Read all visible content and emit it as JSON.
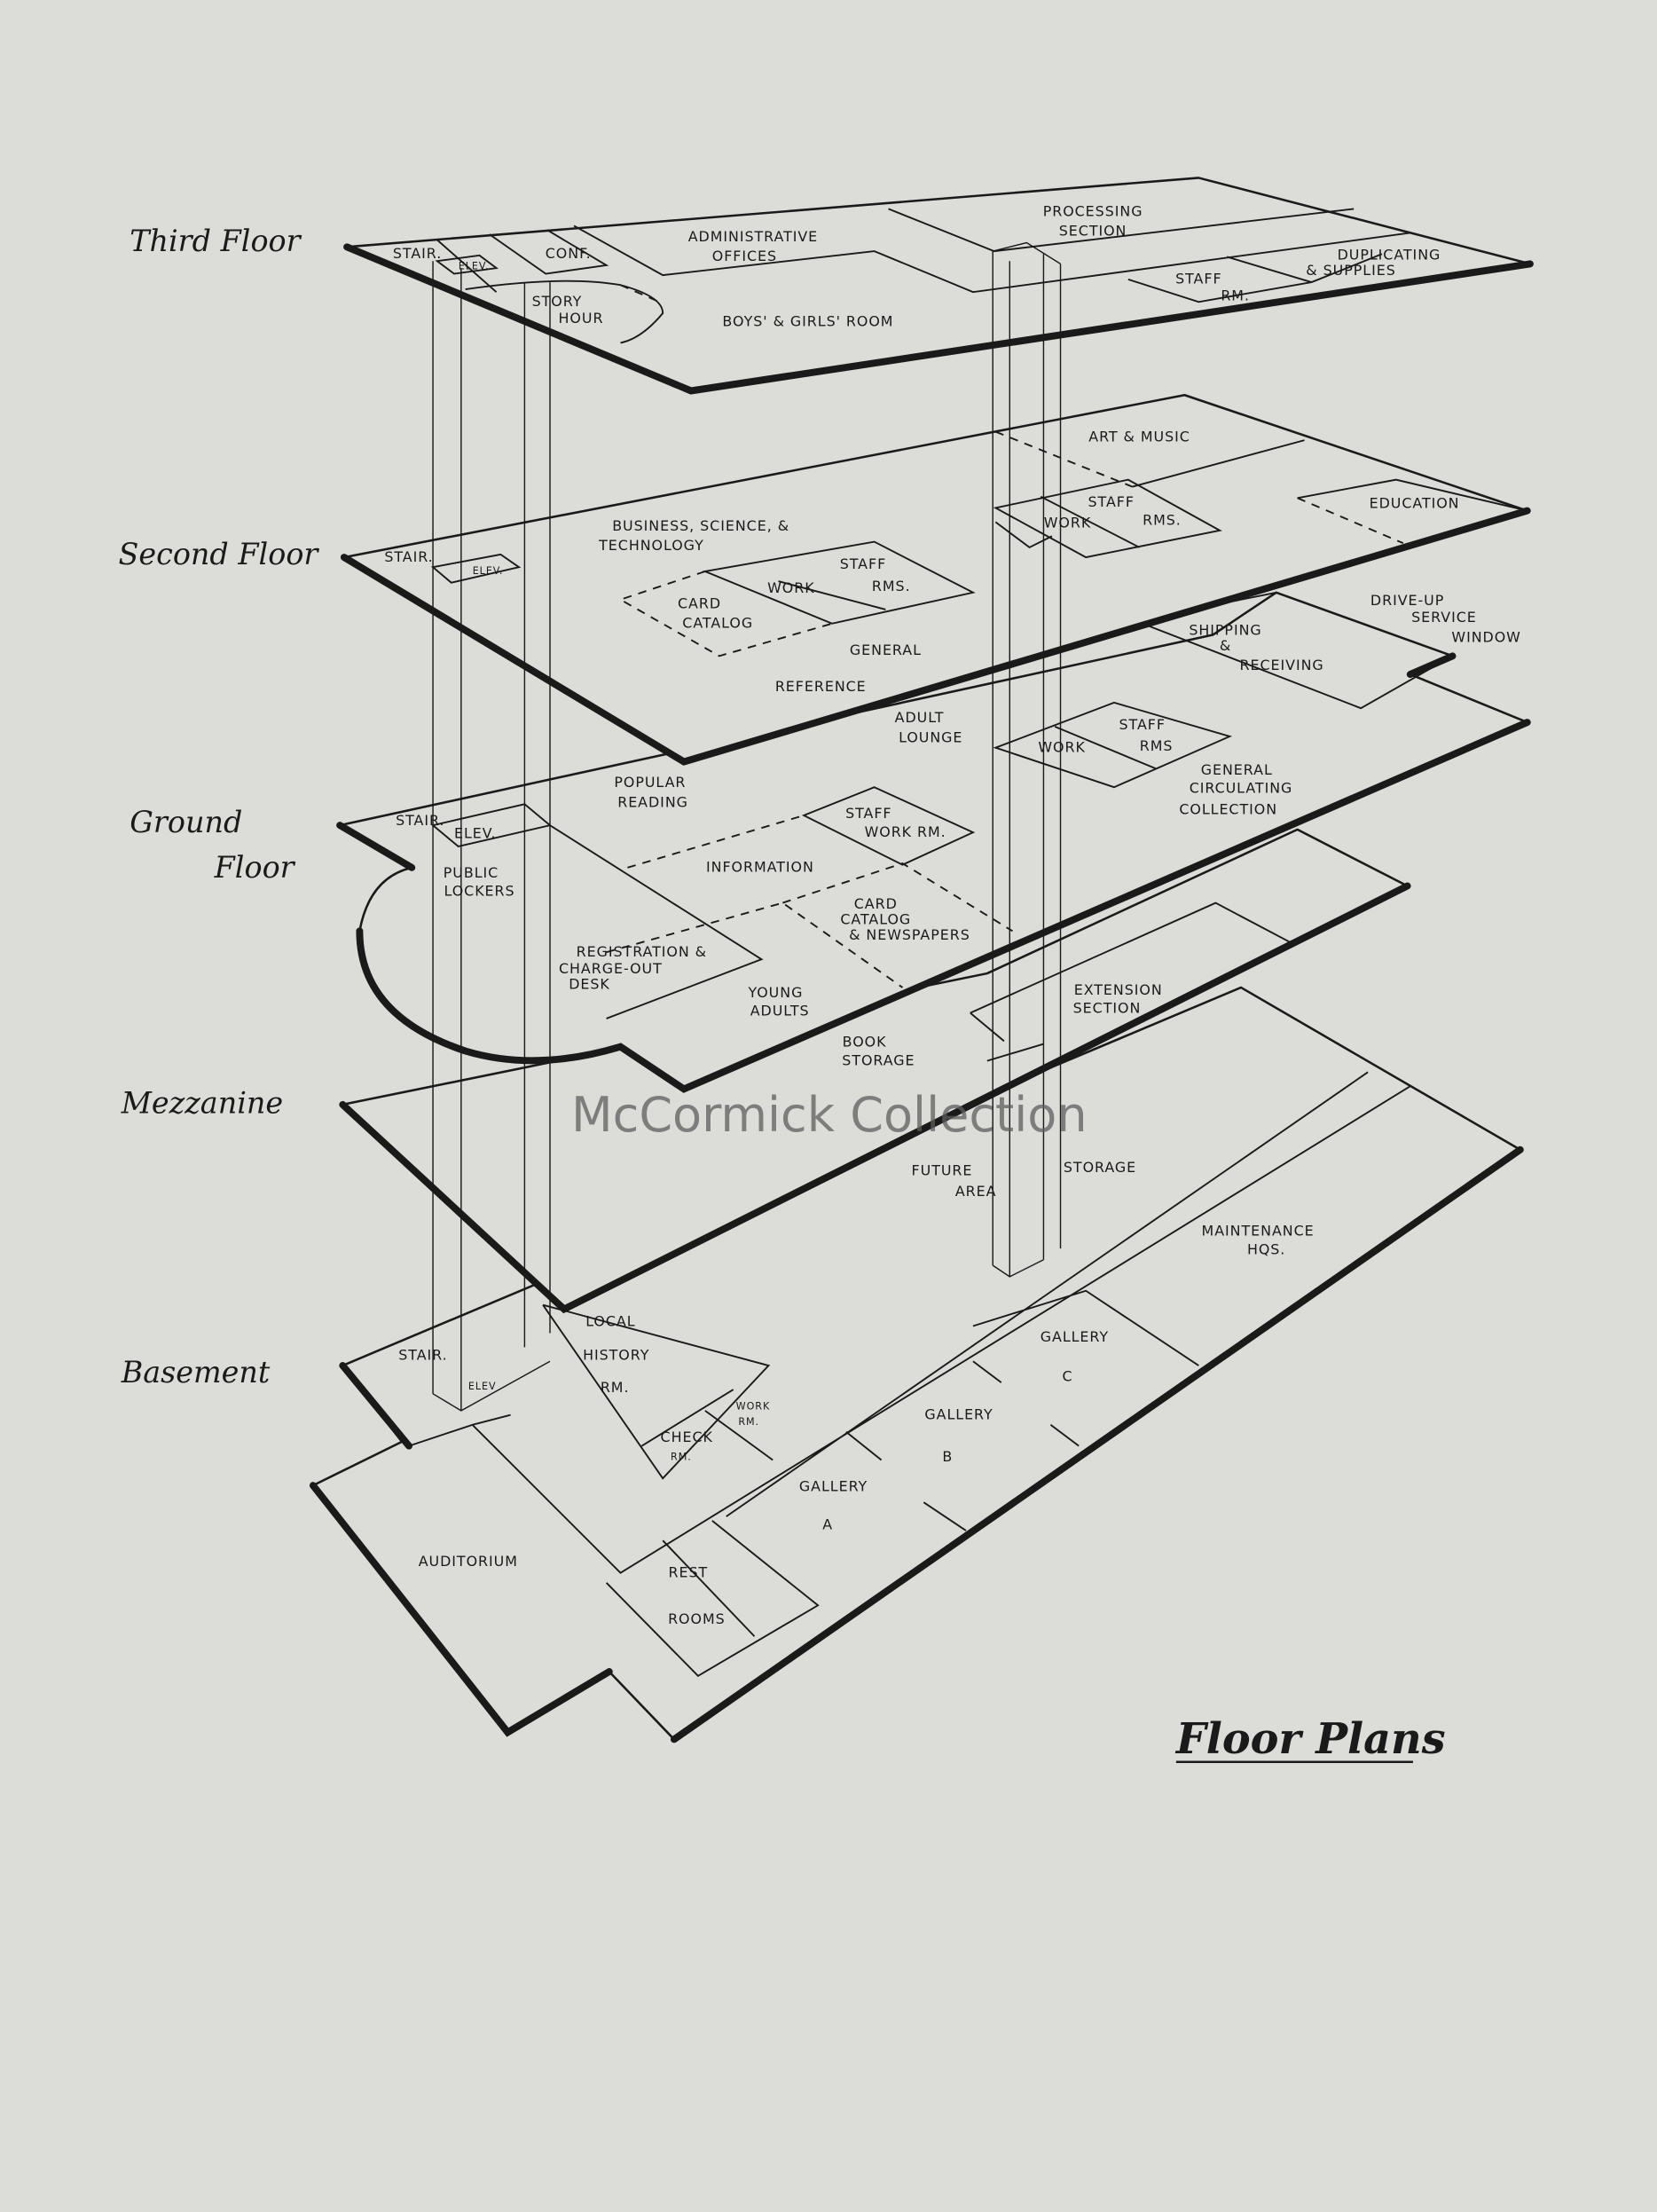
{
  "floor_labels": {
    "third": "Third Floor",
    "second": "Second Floor",
    "ground_1": "Ground",
    "ground_2": "Floor",
    "mezzanine": "Mezzanine",
    "basement": "Basement"
  },
  "third": [
    "STAIR.",
    "ELEV.",
    "CONF.",
    "ADMINISTRATIVE",
    "OFFICES",
    "PROCESSING",
    "SECTION",
    "STORY",
    "HOUR",
    "BOYS' & GIRLS' ROOM",
    "STAFF",
    "RM.",
    "DUPLICATING",
    "& SUPPLIES"
  ],
  "second": [
    "STAIR.",
    "ELEV.",
    "BUSINESS, SCIENCE, &",
    "TECHNOLOGY",
    "CARD",
    "CATALOG",
    "WORK",
    "STAFF",
    "RMS.",
    "GENERAL",
    "REFERENCE",
    "ART & MUSIC",
    "STAFF",
    "RMS.",
    "WORK",
    "EDUCATION"
  ],
  "ground": [
    "DRIVE-UP",
    "SERVICE",
    "WINDOW",
    "SHIPPING",
    "&",
    "RECEIVING",
    "ADULT",
    "LOUNGE",
    "STAFF",
    "RMS",
    "WORK",
    "GENERAL",
    "CIRCULATING",
    "COLLECTION",
    "POPULAR",
    "READING",
    "STAIR.",
    "ELEV.",
    "PUBLIC",
    "LOCKERS",
    "STAFF",
    "WORK RM.",
    "INFORMATION",
    "CARD",
    "CATALOG",
    "& NEWSPAPERS",
    "REGISTRATION &",
    "CHARGE-OUT",
    "DESK",
    "YOUNG",
    "ADULTS"
  ],
  "mezzanine": [
    "BOOK",
    "STORAGE",
    "EXTENSION",
    "SECTION",
    "FUTURE",
    "AREA",
    "STORAGE"
  ],
  "basement": [
    "STAIR.",
    "ELEV",
    "LOCAL",
    "HISTORY",
    "RM.",
    "WORK",
    "RM.",
    "CHECK",
    "RM.",
    "MAINTENANCE",
    "HQS.",
    "GALLERY",
    "C",
    "GALLERY",
    "B",
    "GALLERY",
    "A",
    "AUDITORIUM",
    "REST",
    "ROOMS"
  ],
  "watermark": "McCormick Collection",
  "title": "Floor Plans"
}
